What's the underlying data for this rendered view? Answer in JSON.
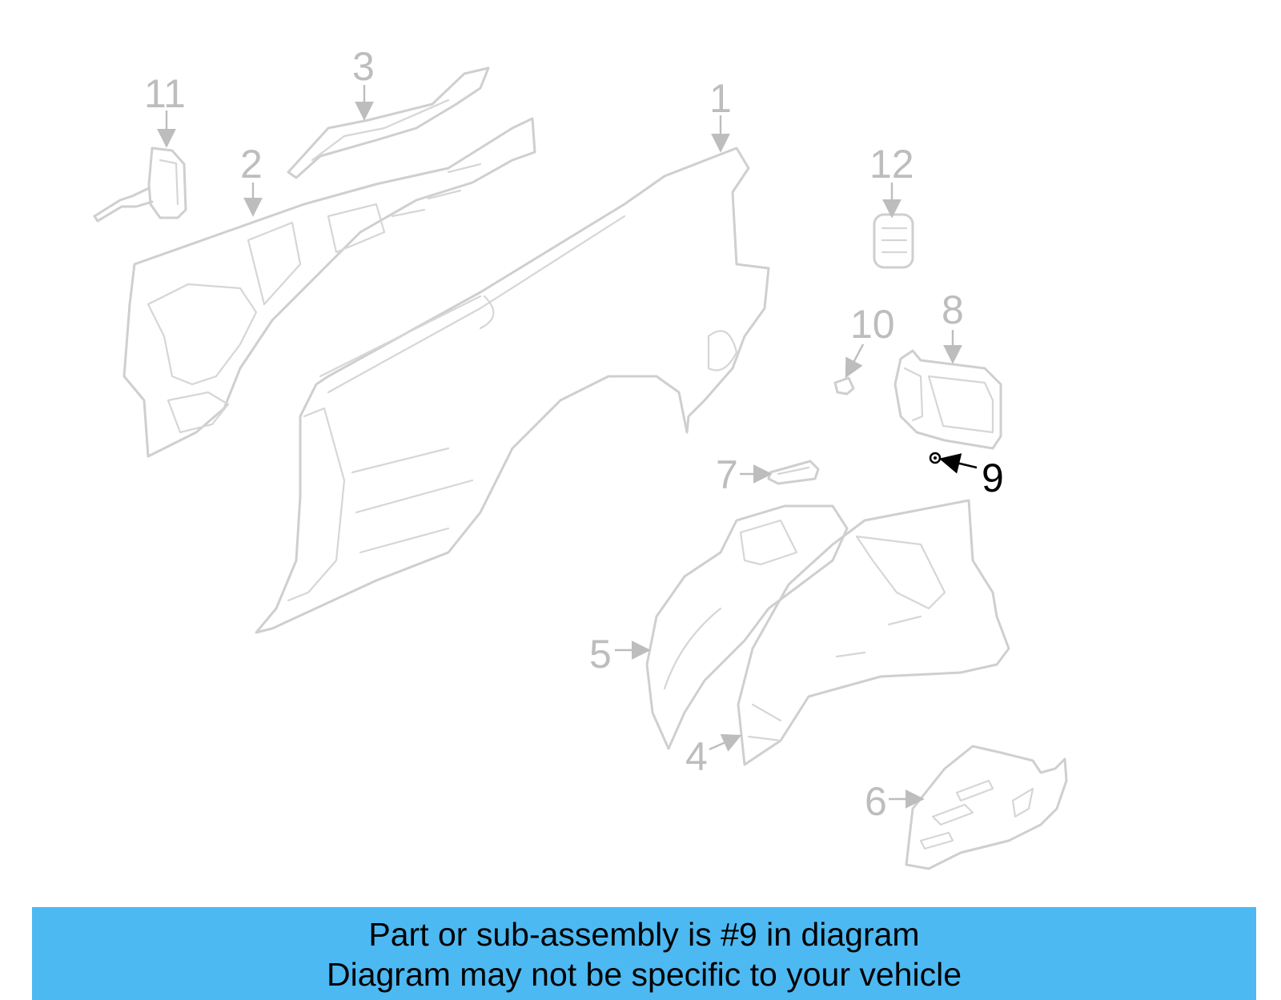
{
  "callouts": {
    "c1": "1",
    "c2": "2",
    "c3": "3",
    "c4": "4",
    "c5": "5",
    "c6": "6",
    "c7": "7",
    "c8": "8",
    "c9": "9",
    "c10": "10",
    "c11": "11",
    "c12": "12"
  },
  "highlight": {
    "part": "9",
    "color": "#000000",
    "dim_color": "#bdbdbd"
  },
  "banner": {
    "line1": "Part or sub-assembly is #9 in diagram",
    "line2": "Diagram may not be specific to your vehicle",
    "background": "#4db9f2"
  }
}
